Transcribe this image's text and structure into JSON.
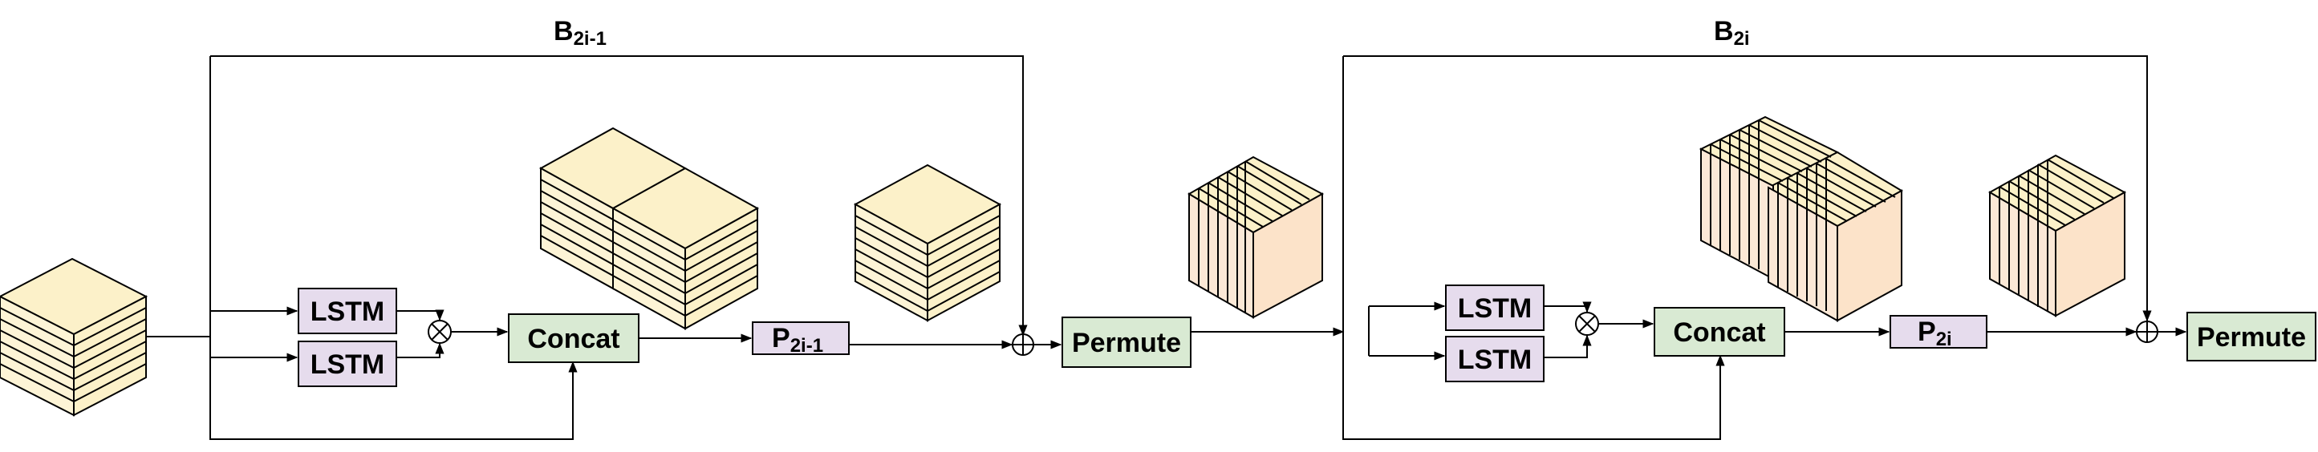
{
  "colors": {
    "lstm_fill": "#e6dced",
    "module_fill": "#d9ead3",
    "cube_cream_top": "#fcf1c9",
    "cube_cream_side": "#fdf4d6",
    "cube_peach_front": "#fce3c9",
    "cube_peach_side": "#fbe8d6",
    "stroke": "#000000"
  },
  "blocks": [
    {
      "title_main": "B",
      "title_sub": "2i-1",
      "lstm_top": "LSTM",
      "lstm_bottom": "LSTM",
      "concat": "Concat",
      "perm_main": "P",
      "perm_sub": "2i-1",
      "permute": "Permute"
    },
    {
      "title_main": "B",
      "title_sub": "2i",
      "lstm_top": "LSTM",
      "lstm_bottom": "LSTM",
      "concat": "Concat",
      "perm_main": "P",
      "perm_sub": "2i",
      "permute": "Permute"
    }
  ],
  "icons": {
    "multiply": "circle-times-icon",
    "add": "circle-plus-icon"
  }
}
